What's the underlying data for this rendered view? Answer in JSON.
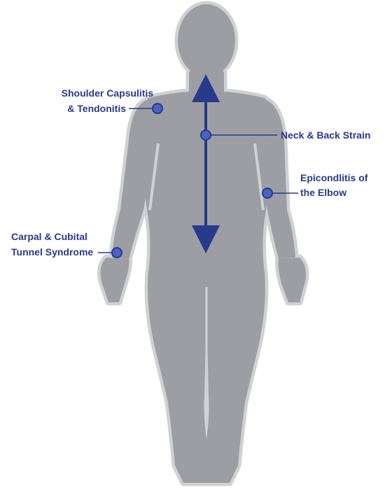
{
  "colors": {
    "body_fill": "#9d9ea3",
    "body_outline": "#d0d1d4",
    "accent": "#283a8a",
    "marker_fill": "#4a62c4"
  },
  "labels": {
    "shoulder": [
      "Shoulder Capsulitis",
      "& Tendonitis"
    ],
    "neck": [
      "Neck & Back Strain"
    ],
    "elbow": [
      "Epicondlitis of",
      "the Elbow"
    ],
    "carpal": [
      "Carpal & Cubital",
      "Tunnel Syndrome"
    ]
  },
  "icons": [
    "human-body-silhouette",
    "spine-double-arrow",
    "callout-marker"
  ]
}
